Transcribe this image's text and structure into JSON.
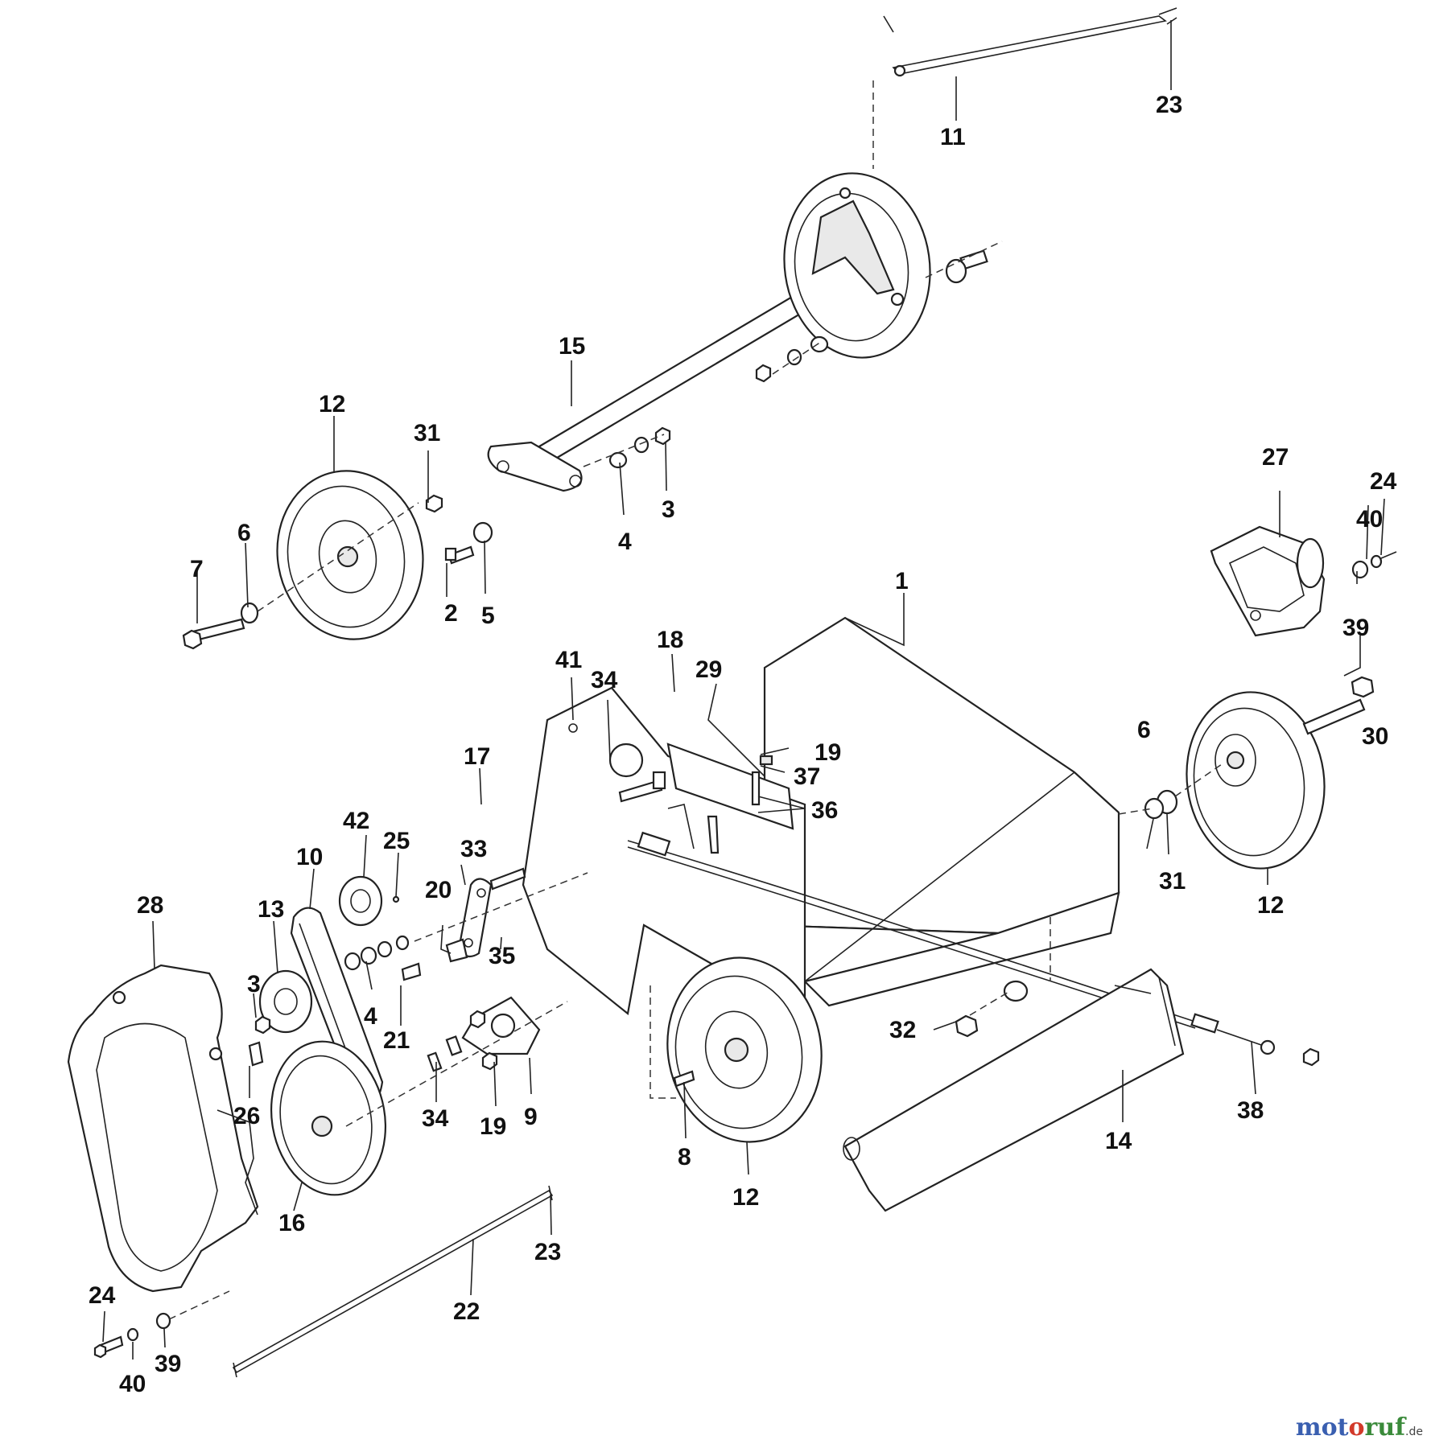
{
  "callouts": [
    {
      "label": "1"
    },
    {
      "label": "2"
    },
    {
      "label": "3"
    },
    {
      "label": "3"
    },
    {
      "label": "4"
    },
    {
      "label": "4"
    },
    {
      "label": "5"
    },
    {
      "label": "6"
    },
    {
      "label": "6"
    },
    {
      "label": "7"
    },
    {
      "label": "8"
    },
    {
      "label": "9"
    },
    {
      "label": "10"
    },
    {
      "label": "11"
    },
    {
      "label": "12"
    },
    {
      "label": "12"
    },
    {
      "label": "12"
    },
    {
      "label": "13"
    },
    {
      "label": "14"
    },
    {
      "label": "15"
    },
    {
      "label": "16"
    },
    {
      "label": "17"
    },
    {
      "label": "18"
    },
    {
      "label": "19"
    },
    {
      "label": "19"
    },
    {
      "label": "20"
    },
    {
      "label": "21"
    },
    {
      "label": "22"
    },
    {
      "label": "23"
    },
    {
      "label": "23"
    },
    {
      "label": "24"
    },
    {
      "label": "24"
    },
    {
      "label": "25"
    },
    {
      "label": "26"
    },
    {
      "label": "27"
    },
    {
      "label": "28"
    },
    {
      "label": "29"
    },
    {
      "label": "30"
    },
    {
      "label": "31"
    },
    {
      "label": "31"
    },
    {
      "label": "32"
    },
    {
      "label": "33"
    },
    {
      "label": "34"
    },
    {
      "label": "34"
    },
    {
      "label": "35"
    },
    {
      "label": "36"
    },
    {
      "label": "37"
    },
    {
      "label": "38"
    },
    {
      "label": "39"
    },
    {
      "label": "39"
    },
    {
      "label": "40"
    },
    {
      "label": "40"
    },
    {
      "label": "41"
    },
    {
      "label": "42"
    }
  ],
  "watermark": {
    "brand_a": "mot",
    "brand_b": "o",
    "brand_c": "ruf",
    "tld": ".de"
  },
  "icons": [
    "wheel-icon",
    "axle-icon",
    "housing-icon",
    "belt-guard-icon",
    "pulley-icon"
  ]
}
